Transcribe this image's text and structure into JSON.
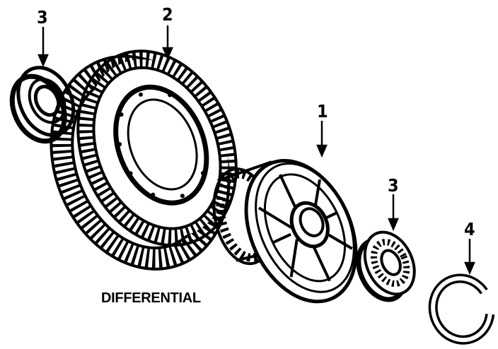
{
  "caption": "DIFFERENTIAL",
  "callouts": [
    {
      "id": "bearing-left",
      "label": "3"
    },
    {
      "id": "ring-gear",
      "label": "2"
    },
    {
      "id": "differential-case",
      "label": "1"
    },
    {
      "id": "bearing-right",
      "label": "3"
    },
    {
      "id": "snap-ring",
      "label": "4"
    }
  ],
  "colors": {
    "ink": "#000000",
    "paper": "#ffffff"
  }
}
